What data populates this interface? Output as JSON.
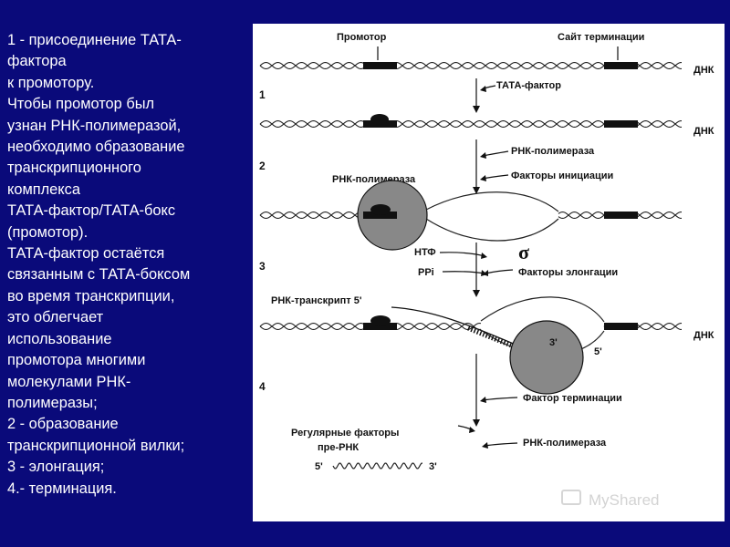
{
  "text_lines": [
    "1 - присоединение ТАТА-",
    "фактора",
    "к промотору.",
    "Чтобы промотор был",
    "узнан РНК-полимеразой,",
    "необходимо образование",
    "транскрипционного",
    "комплекса",
    "ТАТА-фактор/ТАТА-бокс",
    "(промотор).",
    "ТАТА-фактор остаётся",
    "связанным с ТАТА-боксом",
    "во время транскрипции,",
    "это облегчает",
    "использование",
    "промотора многими",
    "молекулами РНК-",
    "полимеразы;",
    "2 - образование",
    "транскрипционной вилки;",
    "3 - элонгация;",
    " 4.- терминация."
  ],
  "diagram": {
    "promoter": "Промотор",
    "termination_site": "Сайт  терминации",
    "dna": "ДНК",
    "step1": "1",
    "step2": "2",
    "step3": "3",
    "step4": "4",
    "tata_factor": "ТАТА-фактор",
    "rna_polymerase_right": "РНК-полимераза",
    "initiation_factors": "Факторы инициации",
    "rna_polymerase_label": "РНК-полимераза",
    "ntp": "НТФ",
    "ppi": "PPi",
    "sigma": "σ",
    "elongation_factors": "Факторы элонгации",
    "rna_transcript": "РНК-транскрипт 5'",
    "end_3": "3'",
    "end_5": "5'",
    "termination_factor": "Фактор терминации",
    "regulatory_line1": "Регулярные факторы",
    "regulatory_line2": "пре-РНК",
    "rna_polymerase_bottom": "РНК-полимераза",
    "prerna_5": "5'",
    "prerna_3": "3'"
  },
  "watermark": "MyShared"
}
